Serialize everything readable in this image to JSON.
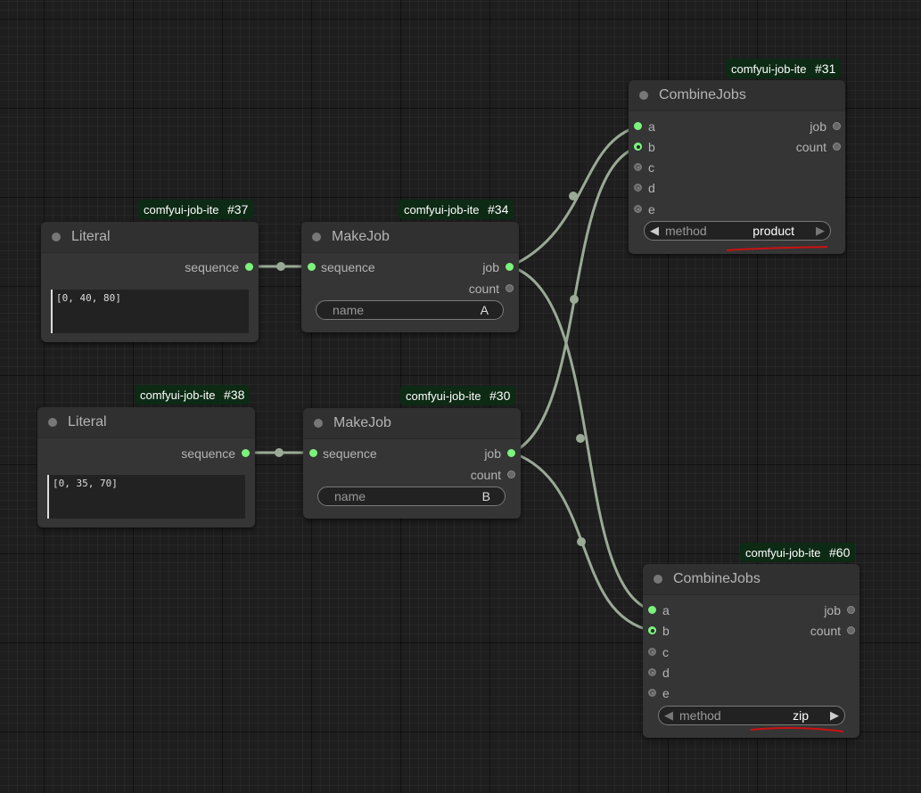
{
  "nodes": {
    "literal1": {
      "badge_name": "comfyui-job-ite",
      "badge_id": "#37",
      "title": "Literal",
      "output": "sequence",
      "text_value": "[0, 40, 80]"
    },
    "literal2": {
      "badge_name": "comfyui-job-ite",
      "badge_id": "#38",
      "title": "Literal",
      "output": "sequence",
      "text_value": "[0, 35, 70]"
    },
    "makejob1": {
      "badge_name": "comfyui-job-ite",
      "badge_id": "#34",
      "title": "MakeJob",
      "input": "sequence",
      "outputs": [
        "job",
        "count"
      ],
      "widget_label": "name",
      "widget_value": "A"
    },
    "makejob2": {
      "badge_name": "comfyui-job-ite",
      "badge_id": "#30",
      "title": "MakeJob",
      "input": "sequence",
      "outputs": [
        "job",
        "count"
      ],
      "widget_label": "name",
      "widget_value": "B"
    },
    "combine1": {
      "badge_name": "comfyui-job-ite",
      "badge_id": "#31",
      "title": "CombineJobs",
      "inputs": [
        "a",
        "b",
        "c",
        "d",
        "e"
      ],
      "outputs": [
        "job",
        "count"
      ],
      "widget_label": "method",
      "widget_value": "product"
    },
    "combine2": {
      "badge_name": "comfyui-job-ite",
      "badge_id": "#60",
      "title": "CombineJobs",
      "inputs": [
        "a",
        "b",
        "c",
        "d",
        "e"
      ],
      "outputs": [
        "job",
        "count"
      ],
      "widget_label": "method",
      "widget_value": "zip"
    }
  },
  "colors": {
    "link": "#9aaa96",
    "slot_connected": "#7cf27c",
    "badge_bg": "#0d2a14",
    "annotation": "#cc1111"
  }
}
